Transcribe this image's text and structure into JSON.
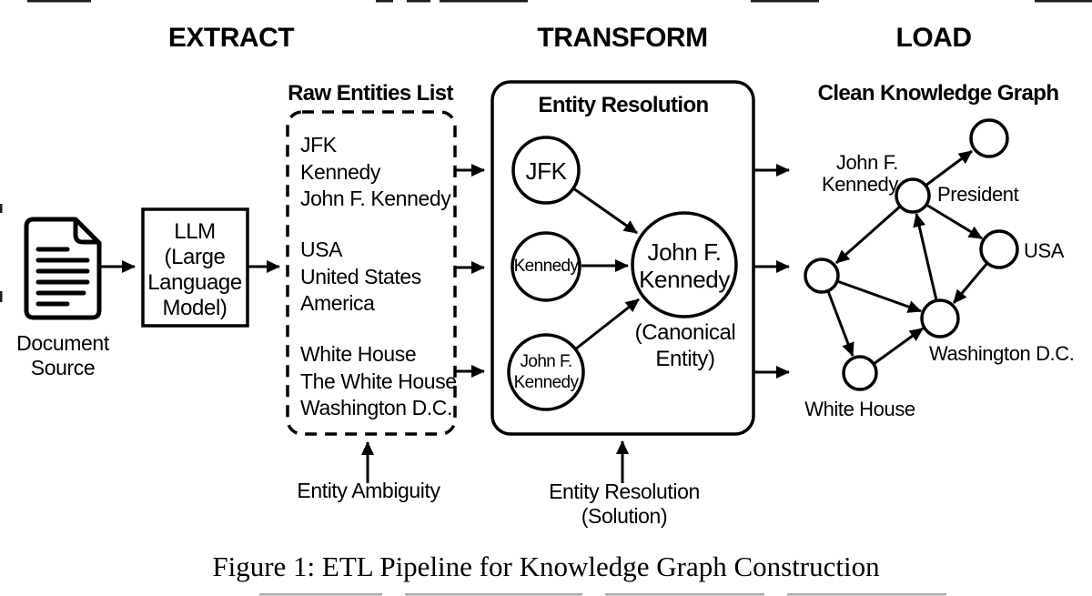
{
  "colors": {
    "ink": "#000000",
    "background": "#ffffff"
  },
  "icons": {
    "document_source": "document-page-icon",
    "arrows": "solid-triangle-arrow"
  },
  "headers": {
    "extract": "EXTRACT",
    "transform": "TRANSFORM",
    "load": "LOAD"
  },
  "extract": {
    "document_label": [
      "Document",
      "Source"
    ],
    "llm_lines": [
      "LLM",
      "(Large",
      "Language",
      "Model)"
    ],
    "raw_title": "Raw Entities List",
    "groups": [
      [
        "JFK",
        "Kennedy",
        "John F. Kennedy"
      ],
      [
        "USA",
        "United States",
        "America"
      ],
      [
        "White House",
        "The White House",
        "Washington D.C."
      ]
    ],
    "annotation": "Entity Ambiguity"
  },
  "transform": {
    "title": "Entity Resolution",
    "node_jfk": "JFK",
    "node_kennedy": "Kennedy",
    "node_jfk_full": [
      "John F.",
      "Kennedy"
    ],
    "canonical": [
      "John F.",
      "Kennedy"
    ],
    "canonical_caption": [
      "(Canonical",
      "Entity)"
    ],
    "annotation": [
      "Entity Resolution",
      "(Solution)"
    ]
  },
  "load": {
    "title": "Clean Knowledge Graph",
    "label_jfk": [
      "John F.",
      "Kennedy"
    ],
    "label_president": "President",
    "label_usa": "USA",
    "label_washington": "Washington D.C.",
    "label_white_house": "White House"
  },
  "caption": "Figure 1: ETL Pipeline for Knowledge Graph Construction"
}
